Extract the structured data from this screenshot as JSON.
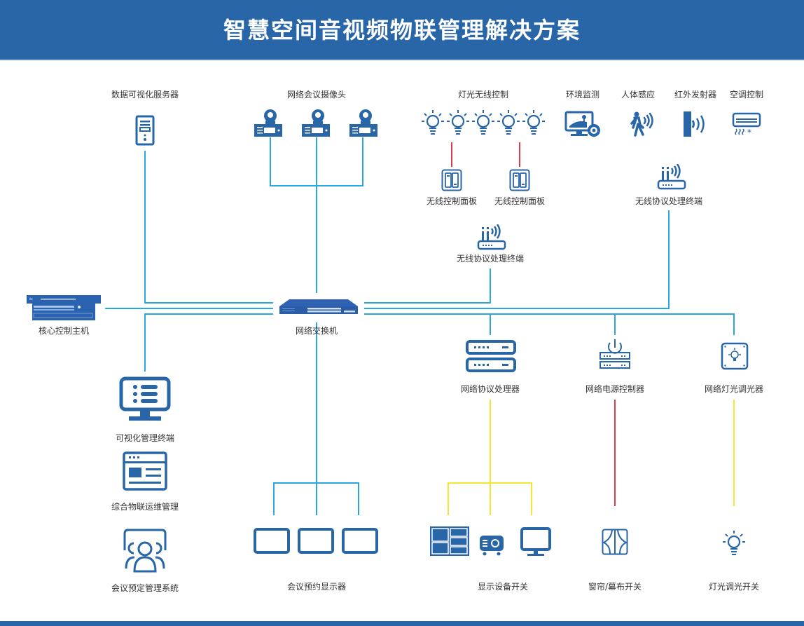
{
  "header": {
    "title": "智慧空间音视频物联管理解决方案"
  },
  "colors": {
    "brand": "#2866a8",
    "link_blue": "#2aa7e0",
    "link_red": "#e23b4a",
    "link_yellow": "#f5e632"
  },
  "nodes": {
    "data_server": {
      "label": "数据可视化服务器",
      "icon": "server-tower-icon"
    },
    "cameras": {
      "label": "网络会议摄像头",
      "icon": "ptz-camera-icon",
      "count": 3
    },
    "lights_wireless": {
      "label": "灯光无线控制",
      "icon": "light-bulb-icon",
      "count": 5
    },
    "panel_1": {
      "label": "无线控制面板",
      "icon": "switch-panel-icon"
    },
    "panel_2": {
      "label": "无线控制面板",
      "icon": "switch-panel-icon"
    },
    "env_monitor": {
      "label": "环境监测",
      "icon": "env-monitor-icon"
    },
    "human_sensor": {
      "label": "人体感应",
      "icon": "motion-sensor-icon"
    },
    "ir_emitter": {
      "label": "红外发射器",
      "icon": "ir-emitter-icon"
    },
    "ac_control": {
      "label": "空调控制",
      "icon": "air-conditioner-icon"
    },
    "wireless_terminal_right": {
      "label": "无线协议处理终端",
      "icon": "wireless-router-icon"
    },
    "wireless_terminal_center": {
      "label": "无线协议处理终端",
      "icon": "wireless-router-icon"
    },
    "core_host": {
      "label": "核心控制主机",
      "icon": "rack-controller-icon"
    },
    "switch": {
      "label": "网络交换机",
      "icon": "network-switch-icon"
    },
    "protocol_processor": {
      "label": "网络协议处理器",
      "icon": "protocol-processor-icon"
    },
    "power_controller": {
      "label": "网络电源控制器",
      "icon": "power-controller-icon"
    },
    "light_dimmer": {
      "label": "网络灯光调光器",
      "icon": "dimmer-icon"
    },
    "visual_terminal": {
      "label": "可视化管理终端",
      "icon": "monitor-list-icon"
    },
    "iot_ops": {
      "label": "综合物联运维管理",
      "icon": "browser-window-icon"
    },
    "meeting_booking": {
      "label": "会议预定管理系统",
      "icon": "meeting-people-icon"
    },
    "booking_displays": {
      "label": "会议预约显示器",
      "icon": "tablet-display-icon",
      "count": 3
    },
    "display_switch": {
      "label": "显示设备开关",
      "icon": "display-devices-icon"
    },
    "curtain_switch": {
      "label": "窗帘/幕布开关",
      "icon": "curtain-icon"
    },
    "dimming_switch": {
      "label": "灯光调光开关",
      "icon": "light-bulb-icon"
    }
  }
}
